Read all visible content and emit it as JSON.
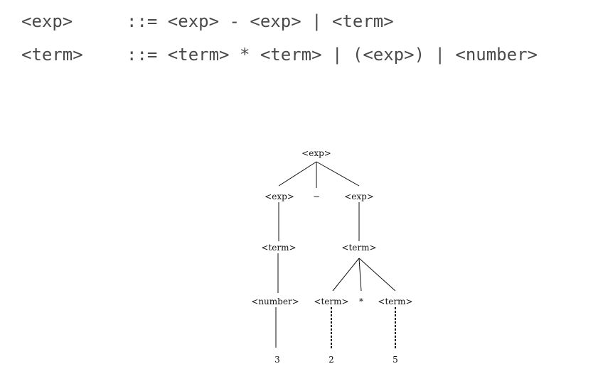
{
  "grammar": {
    "rules": [
      {
        "lhs": "<exp>",
        "rhs": "::= <exp> - <exp> | <term>"
      },
      {
        "lhs": "<term>",
        "rhs": "::= <term> * <term> | (<exp>) | <number>"
      }
    ]
  },
  "parse_tree": {
    "nodes": {
      "root": "<exp>",
      "exp_left": "<exp>",
      "minus": "−",
      "exp_right": "<exp>",
      "term_left": "<term>",
      "term_right": "<term>",
      "number": "<number>",
      "term_rl": "<term>",
      "star": "*",
      "term_rr": "<term>",
      "leaf_3": "3",
      "leaf_2": "2",
      "leaf_5": "5"
    }
  }
}
